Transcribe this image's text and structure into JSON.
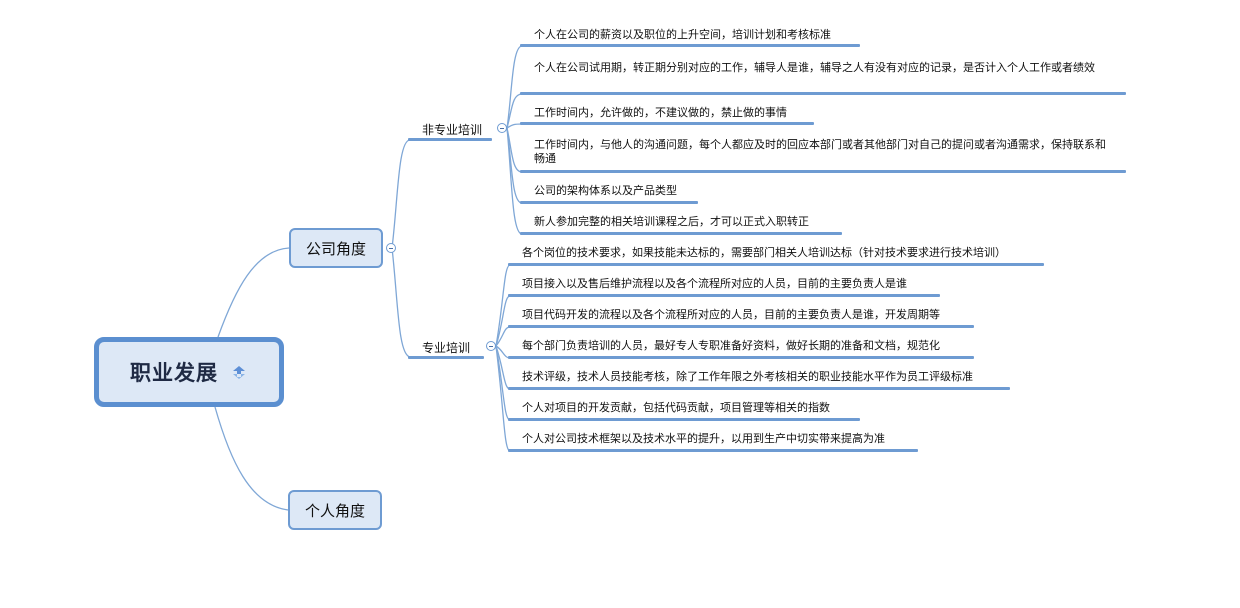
{
  "root": {
    "label": "职业发展",
    "icon": "refresh-arrows-icon"
  },
  "branches": [
    {
      "label": "公司角度",
      "children": [
        {
          "label": "非专业培训",
          "items": [
            "个人在公司的薪资以及职位的上升空间，培训计划和考核标准",
            "个人在公司试用期，转正期分别对应的工作，辅导人是谁，辅导之人有没有对应的记录，是否计入个人工作或者绩效",
            "工作时间内，允许做的，不建议做的，禁止做的事情",
            "工作时间内，与他人的沟通问题，每个人都应及时的回应本部门或者其他部门对自己的提问或者沟通需求，保持联系和畅通",
            "公司的架构体系以及产品类型",
            "新人参加完整的相关培训课程之后，才可以正式入职转正"
          ]
        },
        {
          "label": "专业培训",
          "items": [
            "各个岗位的技术要求，如果技能未达标的，需要部门相关人培训达标（针对技术要求进行技术培训）",
            "项目接入以及售后维护流程以及各个流程所对应的人员，目前的主要负责人是谁",
            "项目代码开发的流程以及各个流程所对应的人员，目前的主要负责人是谁，开发周期等",
            "每个部门负责培训的人员，最好专人专职准备好资料，做好长期的准备和文档，规范化",
            "技术评级，技术人员技能考核，除了工作年限之外考核相关的职业技能水平作为员工评级标准",
            "个人对项目的开发贡献，包括代码贡献，项目管理等相关的指数",
            "个人对公司技术框架以及技术水平的提升，以用到生产中切实带来提高为准"
          ]
        }
      ]
    },
    {
      "label": "个人角度",
      "children": []
    }
  ]
}
